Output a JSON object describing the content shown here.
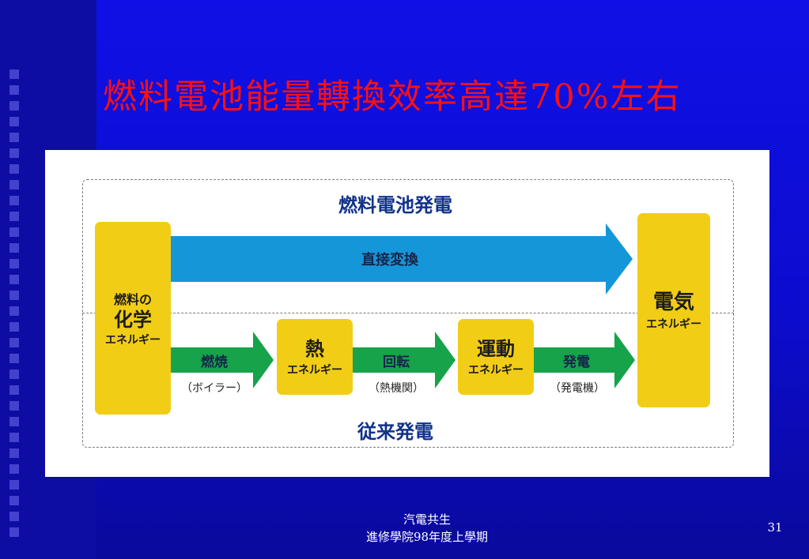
{
  "slide": {
    "title": "燃料電池能量轉換效率高達70%左右"
  },
  "diagram": {
    "top_heading": "燃料電池発電",
    "bottom_heading": "従来発電",
    "source": {
      "line1": "燃料の",
      "line2": "化学",
      "line3": "エネルギー"
    },
    "target": {
      "line1": "電気",
      "line2": "エネルギー"
    },
    "heat": {
      "line1": "熱",
      "line2": "エネルギー"
    },
    "motion": {
      "line1": "運動",
      "line2": "エネルギー"
    },
    "direct_arrow": "直接変換",
    "combustion": {
      "label": "燃焼",
      "sub": "（ボイラー）"
    },
    "rotation": {
      "label": "回転",
      "sub": "（熱機関）"
    },
    "generation": {
      "label": "発電",
      "sub": "（発電機）"
    },
    "colors": {
      "direct": "#1596d9",
      "conventional": "#16a34a",
      "box": "#f2cd16",
      "heading": "#12338a"
    }
  },
  "footer": {
    "line1": "汽電共生",
    "line2": "進修學院98年度上學期",
    "page": "31"
  }
}
